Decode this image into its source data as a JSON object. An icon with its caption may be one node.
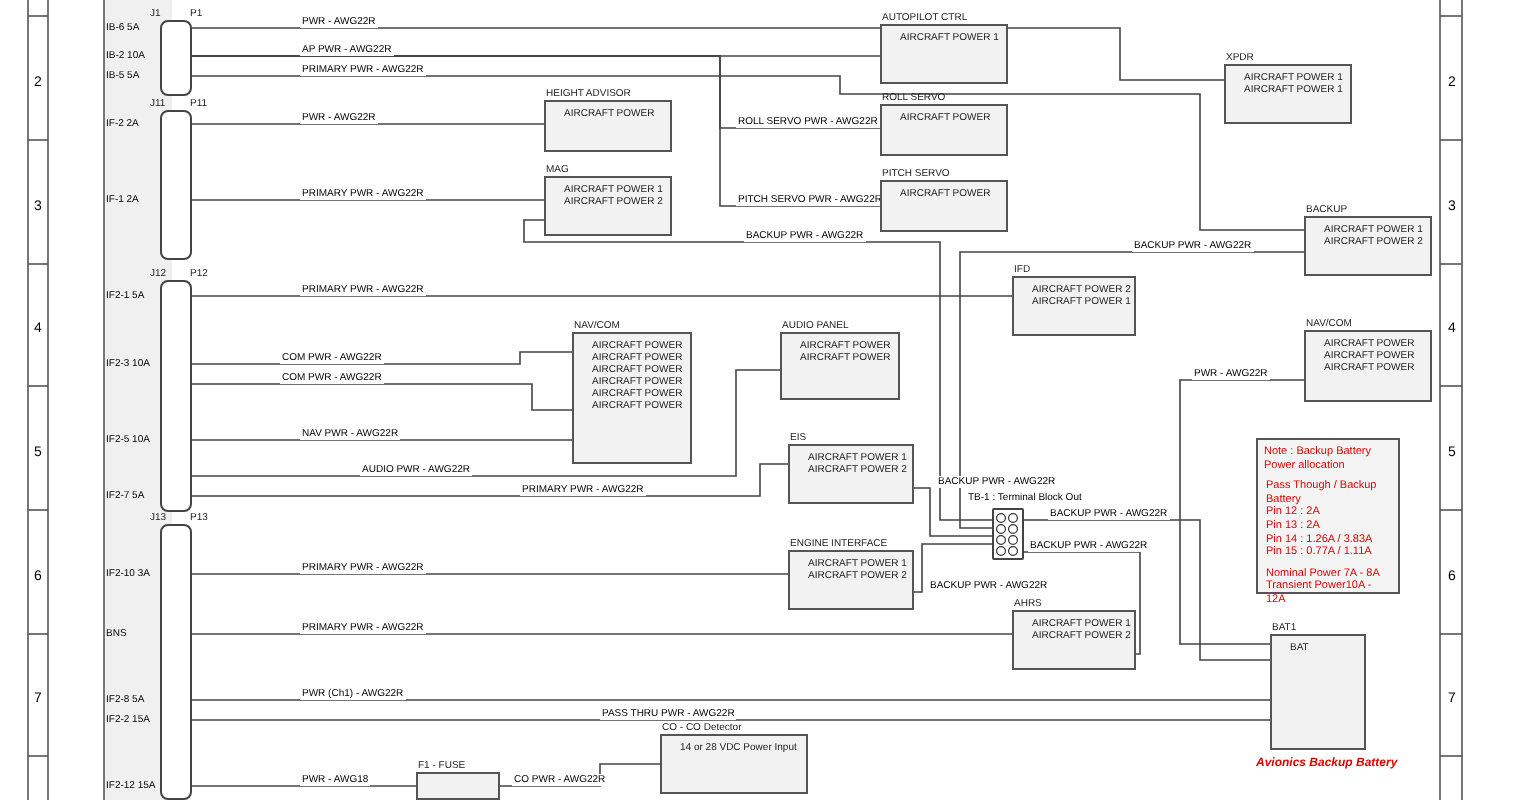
{
  "diagram": {
    "nodes": [
      {
        "text": [
          "J1",
          "P1"
        ]
      },
      {
        "text": [
          "J11",
          "P11"
        ]
      },
      {
        "text": [
          "J12",
          "P12"
        ]
      },
      {
        "text": [
          "J13",
          "P13"
        ]
      },
      {
        "text": [
          "AUTOPILOT CTRL",
          "AIRCRAFT POWER 1"
        ]
      },
      {
        "text": [
          "ROLL SERVO",
          "AIRCRAFT POWER"
        ]
      },
      {
        "text": [
          "PITCH SERVO",
          "AIRCRAFT POWER"
        ]
      },
      {
        "text": [
          "HEIGHT ADVISOR",
          "AIRCRAFT POWER"
        ]
      },
      {
        "text": [
          "MAG",
          "AIRCRAFT POWER 1",
          "AIRCRAFT POWER 2"
        ]
      },
      {
        "text": [
          "XPDR",
          "AIRCRAFT POWER 1",
          "AIRCRAFT POWER 1"
        ]
      },
      {
        "text": [
          "BACKUP",
          "AIRCRAFT POWER 1",
          "AIRCRAFT POWER 2"
        ]
      },
      {
        "text": [
          "IFD",
          "AIRCRAFT POWER 2",
          "AIRCRAFT POWER 1"
        ]
      },
      {
        "text": [
          "NAV/COM",
          "AIRCRAFT POWER",
          "AIRCRAFT POWER",
          "AIRCRAFT POWER",
          "AIRCRAFT POWER",
          "AIRCRAFT POWER",
          "AIRCRAFT POWER"
        ]
      },
      {
        "text": [
          "AUDIO PANEL",
          "AIRCRAFT POWER",
          "AIRCRAFT POWER"
        ]
      },
      {
        "text": [
          "NAV/COM",
          "AIRCRAFT POWER",
          "AIRCRAFT POWER",
          "AIRCRAFT POWER"
        ]
      },
      {
        "text": [
          "EIS",
          "AIRCRAFT POWER 1",
          "AIRCRAFT POWER 2"
        ]
      },
      {
        "text": [
          "ENGINE INTERFACE",
          "AIRCRAFT POWER 1",
          "AIRCRAFT POWER 2"
        ]
      },
      {
        "text": [],
        "shape": "box",
        "beside": [
          "TB-1 : Terminal Block Out"
        ]
      },
      {
        "text": [
          "AHRS",
          "AIRCRAFT POWER 1",
          "AIRCRAFT POWER 2"
        ]
      },
      {
        "text": [
          "Note : Backup Battery Power allocation",
          "Pass Though / Backup Battery",
          "Pin 12 : 2A",
          "Pin 13 : 2A",
          "Pin 14 : 1.26A / 3.83A",
          "Pin 15 : 0.77A / 1.11A",
          "Nominal Power 7A - 8A",
          "Transient Power10A - 12A"
        ]
      },
      {
        "text": [
          "BAT1",
          "BAT"
        ],
        "beside": [
          "Avionics Backup Battery"
        ]
      },
      {
        "text": [
          "CO - CO Detector",
          "14 or 28 VDC Power Input"
        ]
      },
      {
        "text": [
          "F1 - FUSE"
        ]
      }
    ],
    "edges": [
      {
        "from": 0,
        "to": 9,
        "arrow": "none",
        "label": "PWR - AWG22R"
      },
      {
        "from": 0,
        "to": 4,
        "arrow": "none",
        "label": "AP PWR - AWG22R"
      },
      {
        "from": 0,
        "to": 5,
        "arrow": "none",
        "label": "ROLL SERVO PWR - AWG22R"
      },
      {
        "from": 0,
        "to": 6,
        "arrow": "none",
        "label": "PITCH SERVO PWR - AWG22R"
      },
      {
        "from": 0,
        "to": 10,
        "arrow": "none",
        "label": "PRIMARY PWR - AWG22R"
      },
      {
        "from": 1,
        "to": 7,
        "arrow": "none",
        "label": "PWR - AWG22R"
      },
      {
        "from": 1,
        "to": 8,
        "arrow": "none",
        "label": "PRIMARY PWR - AWG22R"
      },
      {
        "from": 17,
        "to": 8,
        "arrow": "none",
        "label": "BACKUP PWR - AWG22R"
      },
      {
        "from": 17,
        "to": 10,
        "arrow": "none",
        "label": "BACKUP PWR - AWG22R"
      },
      {
        "from": 2,
        "to": 11,
        "arrow": "none",
        "label": "PRIMARY PWR - AWG22R"
      },
      {
        "from": 2,
        "to": 12,
        "arrow": "none",
        "label": "COM PWR - AWG22R"
      },
      {
        "from": 2,
        "to": 12,
        "arrow": "none",
        "label": "COM PWR - AWG22R"
      },
      {
        "from": 2,
        "to": 12,
        "arrow": "none",
        "label": "NAV PWR - AWG22R"
      },
      {
        "from": 2,
        "to": 15,
        "arrow": "none",
        "label": "PRIMARY PWR - AWG22R"
      },
      {
        "from": 2,
        "to": 13,
        "arrow": "none",
        "label": "AUDIO PWR - AWG22R"
      },
      {
        "from": 17,
        "to": 15,
        "arrow": "none",
        "label": "BACKUP PWR - AWG22R"
      },
      {
        "from": 3,
        "to": 16,
        "arrow": "none",
        "label": "PRIMARY PWR - AWG22R"
      },
      {
        "from": 17,
        "to": 16,
        "arrow": "none",
        "label": "BACKUP PWR - AWG22R"
      },
      {
        "from": 3,
        "to": 18,
        "arrow": "none",
        "label": "PRIMARY PWR - AWG22R"
      },
      {
        "from": 17,
        "to": 18,
        "arrow": "none",
        "label": "BACKUP PWR - AWG22R"
      },
      {
        "from": 20,
        "to": 17,
        "arrow": "none",
        "label": "BACKUP PWR - AWG22R"
      },
      {
        "from": 20,
        "to": 14,
        "arrow": "none",
        "label": "PWR - AWG22R"
      },
      {
        "from": 3,
        "to": 20,
        "arrow": "none",
        "label": "PWR (Ch1) - AWG22R"
      },
      {
        "from": 3,
        "to": 20,
        "arrow": "none",
        "label": "PASS THRU PWR - AWG22R"
      },
      {
        "from": 3,
        "to": 22,
        "arrow": "none",
        "label": "PWR - AWG18"
      },
      {
        "from": 22,
        "to": 21,
        "arrow": "none",
        "label": "CO PWR - AWG22R"
      }
    ],
    "labels": [
      "2",
      "3",
      "4",
      "5",
      "6",
      "7",
      "2",
      "3",
      "4",
      "5",
      "6",
      "7",
      "IB-6 5A",
      "IB-2 10A",
      "IB-5 5A",
      "IF-2 2A",
      "IF-1 2A",
      "IF2-1 5A",
      "IF2-3 10A",
      "IF2-5 10A",
      "IF2-7 5A",
      "IF2-10 3A",
      "BNS",
      "IF2-8 5A",
      "IF2-2 15A",
      "IF2-12 15A"
    ]
  }
}
